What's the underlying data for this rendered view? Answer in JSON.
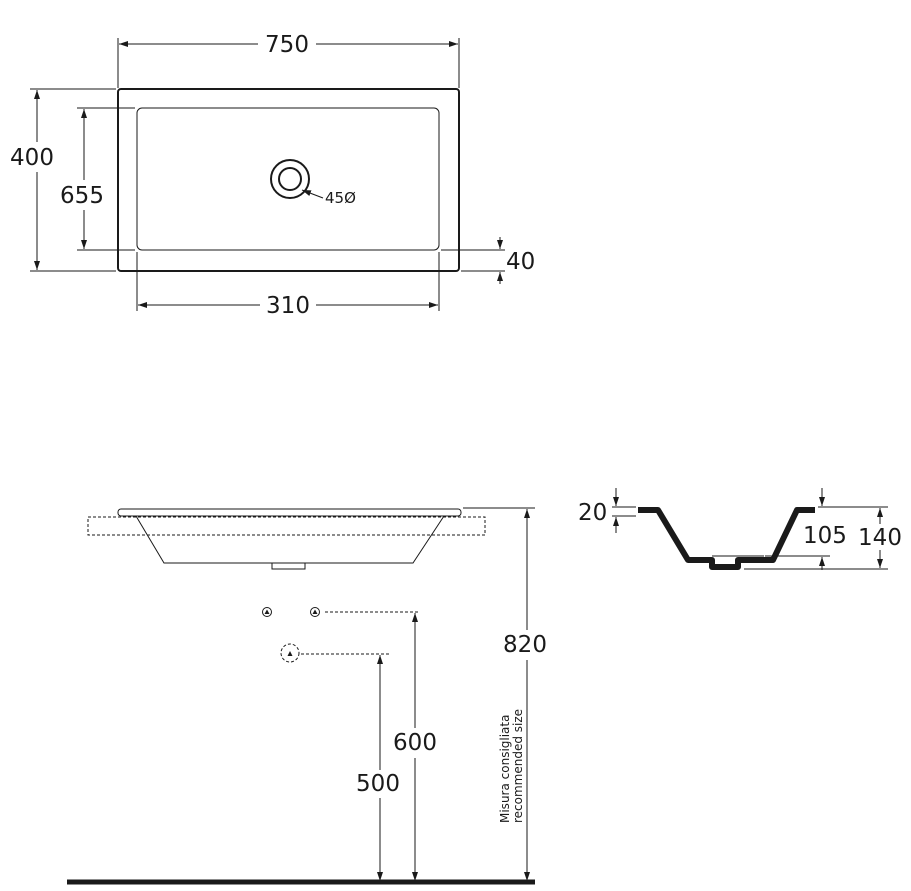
{
  "top_view": {
    "dim_width": "750",
    "dim_depth": "400",
    "dim_inner_depth": "655",
    "dim_inner_width": "310",
    "dim_rim": "40",
    "dim_drain": "45Ø"
  },
  "side_view": {
    "dim_height_total": "820",
    "dim_tap_height": "600",
    "dim_drain_height": "500",
    "note_line1": "Misura consigliata",
    "note_line2": "recommended size"
  },
  "section_view": {
    "dim_rim_thickness": "20",
    "dim_bowl_depth": "105",
    "dim_total_depth": "140"
  }
}
